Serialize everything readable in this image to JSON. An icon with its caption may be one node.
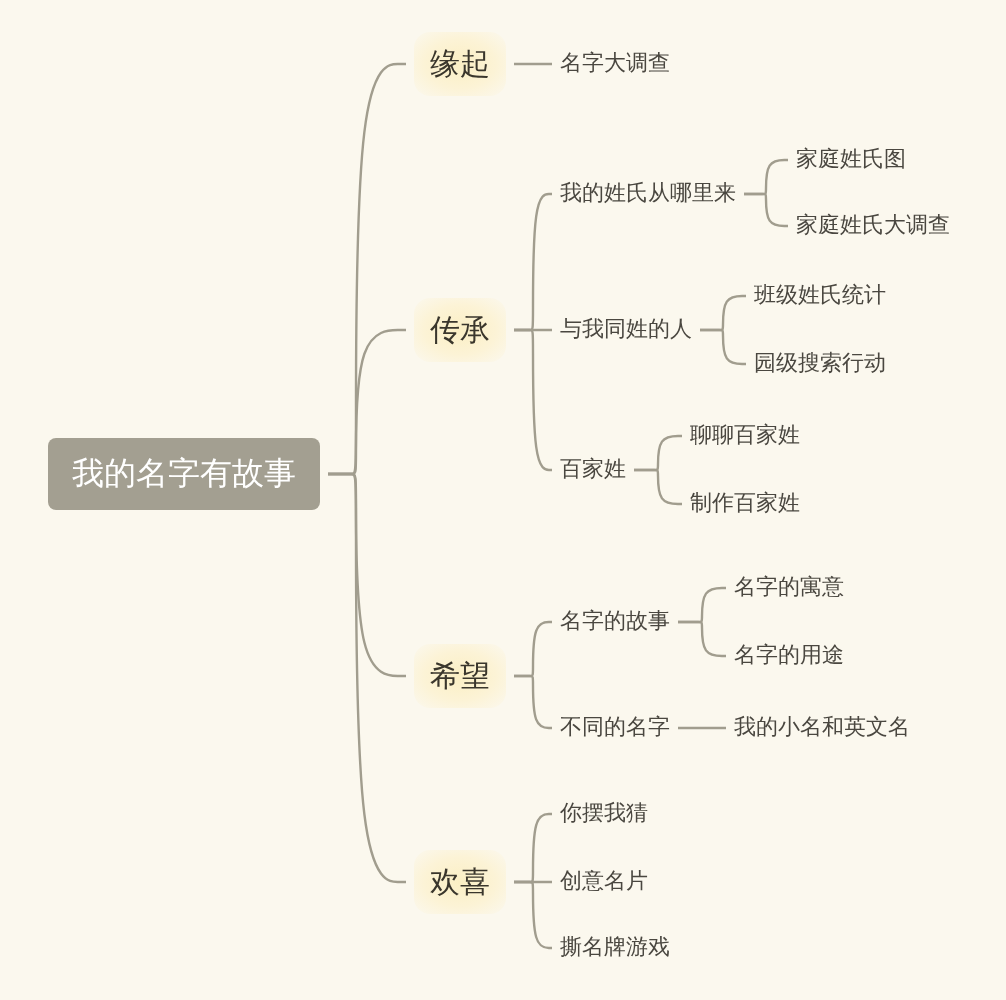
{
  "diagram": {
    "nodes": [
      {
        "text": [
          "我的名字有故事"
        ]
      },
      {
        "text": [
          "缘起"
        ]
      },
      {
        "text": [
          "名字大调查"
        ]
      },
      {
        "text": [
          "传承"
        ]
      },
      {
        "text": [
          "我的姓氏从哪里来"
        ]
      },
      {
        "text": [
          "家庭姓氏图"
        ]
      },
      {
        "text": [
          "家庭姓氏大调查"
        ]
      },
      {
        "text": [
          "与我同姓的人"
        ]
      },
      {
        "text": [
          "班级姓氏统计"
        ]
      },
      {
        "text": [
          "园级搜索行动"
        ]
      },
      {
        "text": [
          "百家姓"
        ]
      },
      {
        "text": [
          "聊聊百家姓"
        ]
      },
      {
        "text": [
          "制作百家姓"
        ]
      },
      {
        "text": [
          "希望"
        ]
      },
      {
        "text": [
          "名字的故事"
        ]
      },
      {
        "text": [
          "名字的寓意"
        ]
      },
      {
        "text": [
          "名字的用途"
        ]
      },
      {
        "text": [
          "不同的名字"
        ]
      },
      {
        "text": [
          "我的小名和英文名"
        ]
      },
      {
        "text": [
          "欢喜"
        ]
      },
      {
        "text": [
          "你摆我猜"
        ]
      },
      {
        "text": [
          "创意名片"
        ]
      },
      {
        "text": [
          "撕名牌游戏"
        ]
      }
    ],
    "edges": [
      {
        "from": 0,
        "to": 1,
        "arrow": "none"
      },
      {
        "from": 0,
        "to": 3,
        "arrow": "none"
      },
      {
        "from": 0,
        "to": 13,
        "arrow": "none"
      },
      {
        "from": 0,
        "to": 19,
        "arrow": "none"
      },
      {
        "from": 1,
        "to": 2,
        "arrow": "none"
      },
      {
        "from": 3,
        "to": 4,
        "arrow": "none"
      },
      {
        "from": 3,
        "to": 7,
        "arrow": "none"
      },
      {
        "from": 3,
        "to": 10,
        "arrow": "none"
      },
      {
        "from": 4,
        "to": 5,
        "arrow": "none"
      },
      {
        "from": 4,
        "to": 6,
        "arrow": "none"
      },
      {
        "from": 7,
        "to": 8,
        "arrow": "none"
      },
      {
        "from": 7,
        "to": 9,
        "arrow": "none"
      },
      {
        "from": 10,
        "to": 11,
        "arrow": "none"
      },
      {
        "from": 10,
        "to": 12,
        "arrow": "none"
      },
      {
        "from": 13,
        "to": 14,
        "arrow": "none"
      },
      {
        "from": 13,
        "to": 17,
        "arrow": "none"
      },
      {
        "from": 14,
        "to": 15,
        "arrow": "none"
      },
      {
        "from": 14,
        "to": 16,
        "arrow": "none"
      },
      {
        "from": 17,
        "to": 18,
        "arrow": "none"
      },
      {
        "from": 19,
        "to": 20,
        "arrow": "none"
      },
      {
        "from": 19,
        "to": 21,
        "arrow": "none"
      },
      {
        "from": 19,
        "to": 22,
        "arrow": "none"
      }
    ]
  }
}
